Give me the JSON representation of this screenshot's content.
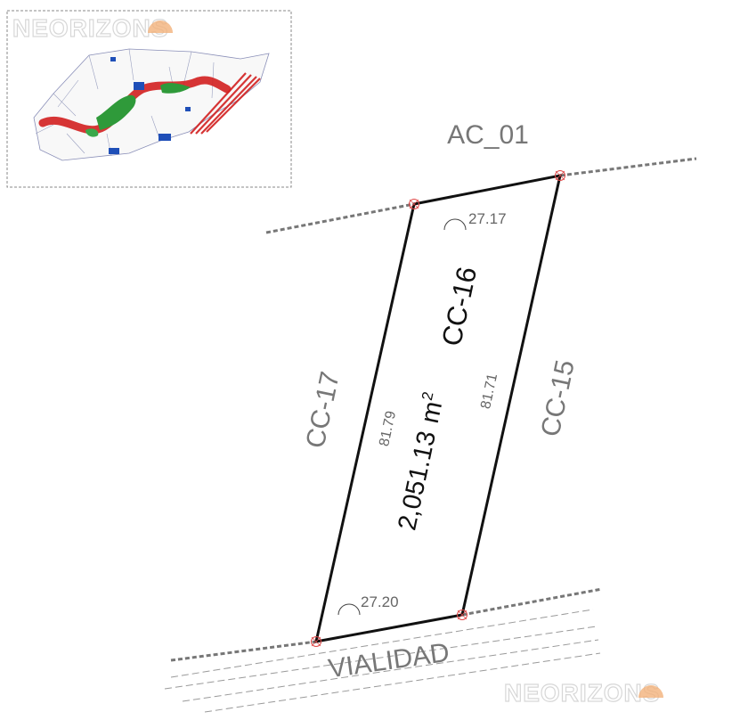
{
  "logo": {
    "text": "NEORIZONS"
  },
  "lot": {
    "id": "CC-16",
    "area": "2,051.13",
    "area_unit": "m",
    "area_unit_sup": "2",
    "sides": {
      "top": "27.17",
      "bottom": "27.20",
      "left": "81.79",
      "right": "81.71"
    }
  },
  "neighbors": {
    "top": "AC_01",
    "bottom": "VIALIDAD",
    "left": "CC-17",
    "right": "CC-15"
  },
  "colors": {
    "outline": "#111111",
    "label": "#777777",
    "dim_text": "#666666",
    "dashed_border": "#777777",
    "vertex_marker": "#e04848",
    "logo_gray": "#d7d7d7",
    "logo_orange": "#f3b27a",
    "map_green": "#2f9a3a",
    "map_red": "#d21f1f",
    "map_blue": "#1f4fb8"
  }
}
